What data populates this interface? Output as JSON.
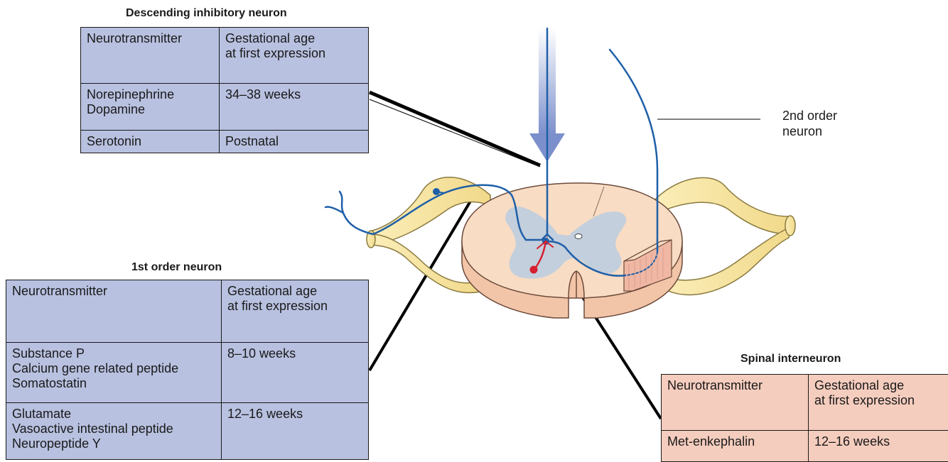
{
  "descending": {
    "title": "Descending inhibitory neuron",
    "header": [
      "Neurotransmitter",
      "Gestational age\nat first expression"
    ],
    "rows": [
      [
        "Norepinephrine\nDopamine",
        "34–38 weeks"
      ],
      [
        "Serotonin",
        "Postnatal"
      ]
    ]
  },
  "first_order": {
    "title": "1st order neuron",
    "header": [
      "Neurotransmitter",
      "Gestational age\nat first expression"
    ],
    "rows": [
      [
        "Substance P\nCalcium gene related peptide\nSomatostatin",
        "8–10 weeks"
      ],
      [
        "Glutamate\nVasoactive intestinal peptide\nNeuropeptide Y",
        "12–16 weeks"
      ]
    ]
  },
  "interneuron": {
    "title": "Spinal interneuron",
    "header": [
      "Neurotransmitter",
      "Gestational age\nat first expression"
    ],
    "rows": [
      [
        "Met-enkephalin",
        "12–16 weeks"
      ]
    ]
  },
  "labels": {
    "second_order": "2nd order\nneuron"
  },
  "colors": {
    "blue_table": "#b8c1e0",
    "pink_table": "#f5cdbe",
    "neuron_blue": "#1f5fa8",
    "interneuron_red": "#d62032",
    "cord": "#f9dcc4",
    "grey_matter": "#c3cfdc",
    "nerve_root": "#f8e6a8"
  }
}
